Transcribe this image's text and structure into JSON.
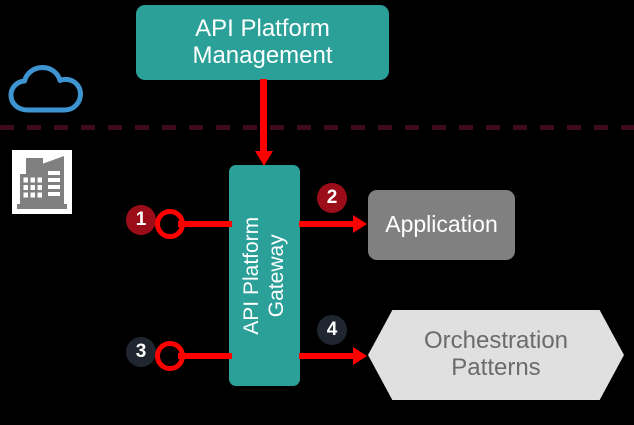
{
  "diagram": {
    "background_color": "#000000",
    "accent_teal": "#2aa098",
    "accent_red": "#ff0000",
    "boundary_color": "#3d0a20",
    "cloud_color": "#3d94d1",
    "building_color": "#808080"
  },
  "nodes": {
    "management": {
      "label": "API Platform Management",
      "line1": "API Platform",
      "line2": "Management",
      "fill": "#2aa098",
      "text_color": "#ffffff"
    },
    "gateway": {
      "label": "API Platform Gateway",
      "line1": "API Platform",
      "line2": "Gateway",
      "fill": "#2aa098",
      "text_color": "#ffffff",
      "orientation": "vertical"
    },
    "application": {
      "label": "Application",
      "fill": "#808080",
      "text_color": "#ffffff"
    },
    "orchestration": {
      "label": "Orchestration Patterns",
      "line1": "Orchestration",
      "line2": "Patterns",
      "fill": "#e0e0e0",
      "text_color": "#6b6b6b",
      "shape": "hexagon"
    }
  },
  "badges": [
    {
      "number": "1",
      "color": "#9c0d1a"
    },
    {
      "number": "2",
      "color": "#9c0d1a"
    },
    {
      "number": "3",
      "color": "#1f2630"
    },
    {
      "number": "4",
      "color": "#1f2630"
    }
  ],
  "icons": {
    "cloud": "cloud-icon",
    "building": "building-icon"
  },
  "boundary": {
    "style": "dashed",
    "color": "#3d0a20"
  }
}
